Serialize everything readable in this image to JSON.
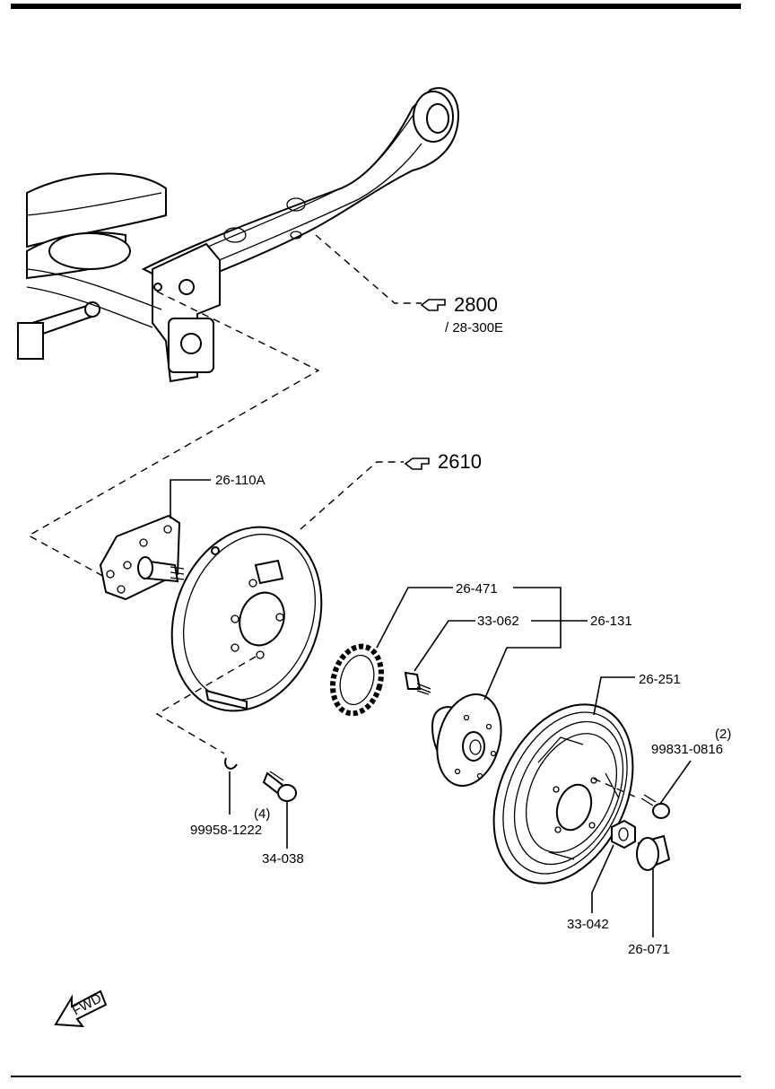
{
  "callouts": {
    "ref_2800": "2800",
    "ref_28_300e": "/ 28-300E",
    "ref_2610": "2610",
    "p_26_110a": "26-110A",
    "p_26_471": "26-471",
    "p_33_062": "33-062",
    "p_26_131": "26-131",
    "p_26_251": "26-251",
    "qty_2": "(2)",
    "p_99831_0816": "99831-0816",
    "qty_4": "(4)",
    "p_99958_1222": "99958-1222",
    "p_34_038": "34-038",
    "p_33_042": "33-042",
    "p_26_071": "26-071"
  },
  "fwd_label": "FWD",
  "icons": [
    "pointing-hand-icon",
    "fwd-arrow-icon"
  ]
}
